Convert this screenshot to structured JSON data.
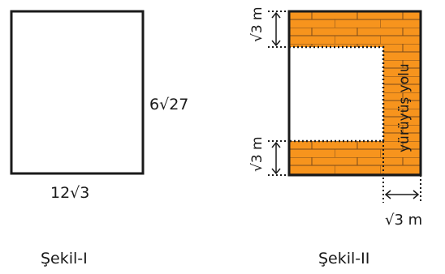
{
  "figure1": {
    "side_label": "6√27",
    "bottom_label": "12√3",
    "caption": "Şekil-I"
  },
  "figure2": {
    "top_strip_label": "√3 m",
    "bottom_strip_label": "√3 m",
    "right_width_label": "√3 m",
    "path_text": "yürüyüş yolu",
    "caption": "Şekil-II",
    "brick_color": "#f7941d",
    "mortar_color": "#7a4a1a"
  }
}
